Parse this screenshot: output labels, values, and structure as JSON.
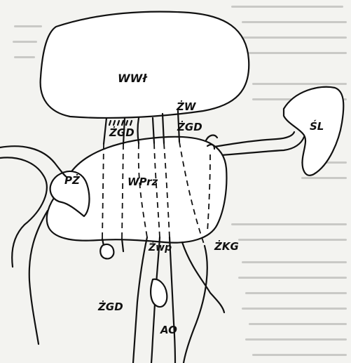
{
  "labels": {
    "wwl": "WWł",
    "zw": "ŻW",
    "zgd_upper": "ŻGD",
    "zgd_left": "ŻGD",
    "sl": "ŚL",
    "pz": "PŻ",
    "wprz": "WPrz",
    "zwp": "Żwp",
    "zkg": "ŻKG",
    "zgd_lower": "ŻGD",
    "ao": "AO"
  },
  "colors": {
    "ink": "#111111",
    "paper": "#f3f3f0",
    "organ_fill": "#ffffff"
  }
}
